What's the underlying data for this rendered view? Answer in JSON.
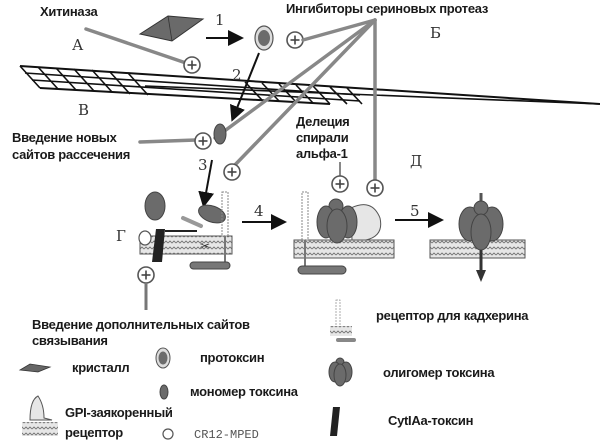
{
  "labels": {
    "chitinase": "Хитиназа",
    "serine_inhibitors": "Ингибиторы сериновых протеаз",
    "new_cleavage_line1": "Введение новых",
    "new_cleavage_line2": "сайтов рассечения",
    "helix_deletion_line1": "Делеция",
    "helix_deletion_line2": "спирали",
    "helix_deletion_line3": "альфа-1",
    "extra_binding_line1": "Введение дополнительных сайтов",
    "extra_binding_line2": "связывания"
  },
  "region_letters": {
    "a": "А",
    "b": "Б",
    "v": "В",
    "g": "Г",
    "d": "Д"
  },
  "steps": [
    "1",
    "2",
    "3",
    "4",
    "5"
  ],
  "legend": {
    "crystal": "кристалл",
    "protoxin": "протоксин",
    "toxin_monomer": "мономер токсина",
    "gpi_receptor_line1": "GPI-заякоренный",
    "gpi_receptor_line2": "рецептор",
    "cr12": "CR12-MPED",
    "cadherin_receptor": "рецептор для кадхерина",
    "toxin_oligomer": "олигомер токсина",
    "cyt_toxin": "CytIAa-токсин"
  },
  "colors": {
    "toxin": "#6b6b6b",
    "inhibitor_line": "#888888",
    "membrane": "#d8d8d8",
    "cyt": "#222222"
  }
}
